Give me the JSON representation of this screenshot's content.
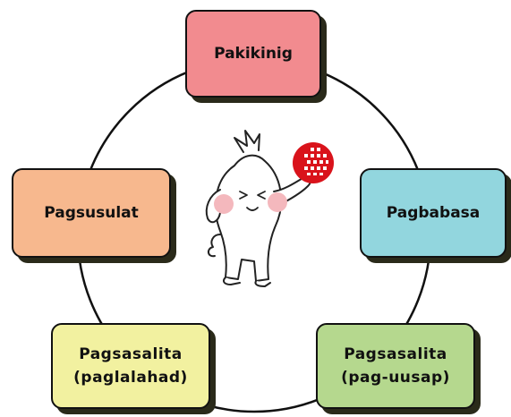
{
  "diagram": {
    "nodes": [
      {
        "id": "top",
        "label": "Pakikinig",
        "color": "#f28b8f"
      },
      {
        "id": "left",
        "label": "Pagsusulat",
        "color": "#f7b88e"
      },
      {
        "id": "right",
        "label": "Pagbabasa",
        "color": "#92d6de"
      },
      {
        "id": "bottom-left",
        "label": "Pagsasalita\n(paglalahad)",
        "color": "#f2f1a0"
      },
      {
        "id": "bottom-right",
        "label": "Pagsasalita\n(pag-uusap)",
        "color": "#b5d88e"
      }
    ],
    "center_image": "mascot-character",
    "center_logo": "red-circle-logo",
    "cycle_ring_color": "#111111"
  }
}
